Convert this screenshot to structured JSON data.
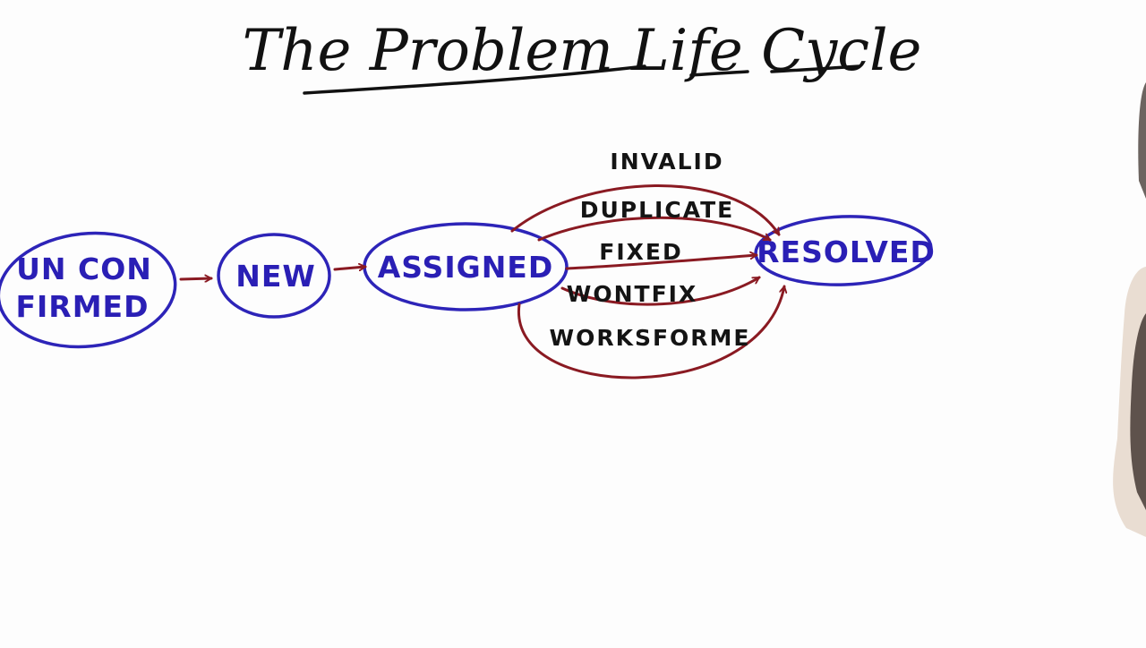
{
  "title": "The Problem Life Cycle",
  "states": {
    "unconfirmed": [
      "UN CON",
      "FIRMED"
    ],
    "new": "NEW",
    "assigned": "ASSIGNED",
    "resolved": "RESOLVED"
  },
  "resolutions": {
    "invalid": "INVALID",
    "duplicate": "DUPLICATE",
    "fixed": "FIXED",
    "wontfix": "WONTFIX",
    "worksforme": "WORKSFORME"
  },
  "colors": {
    "state_ink": "#2d24b8",
    "transition_ink": "#8a1a22",
    "text_ink": "#141414"
  }
}
